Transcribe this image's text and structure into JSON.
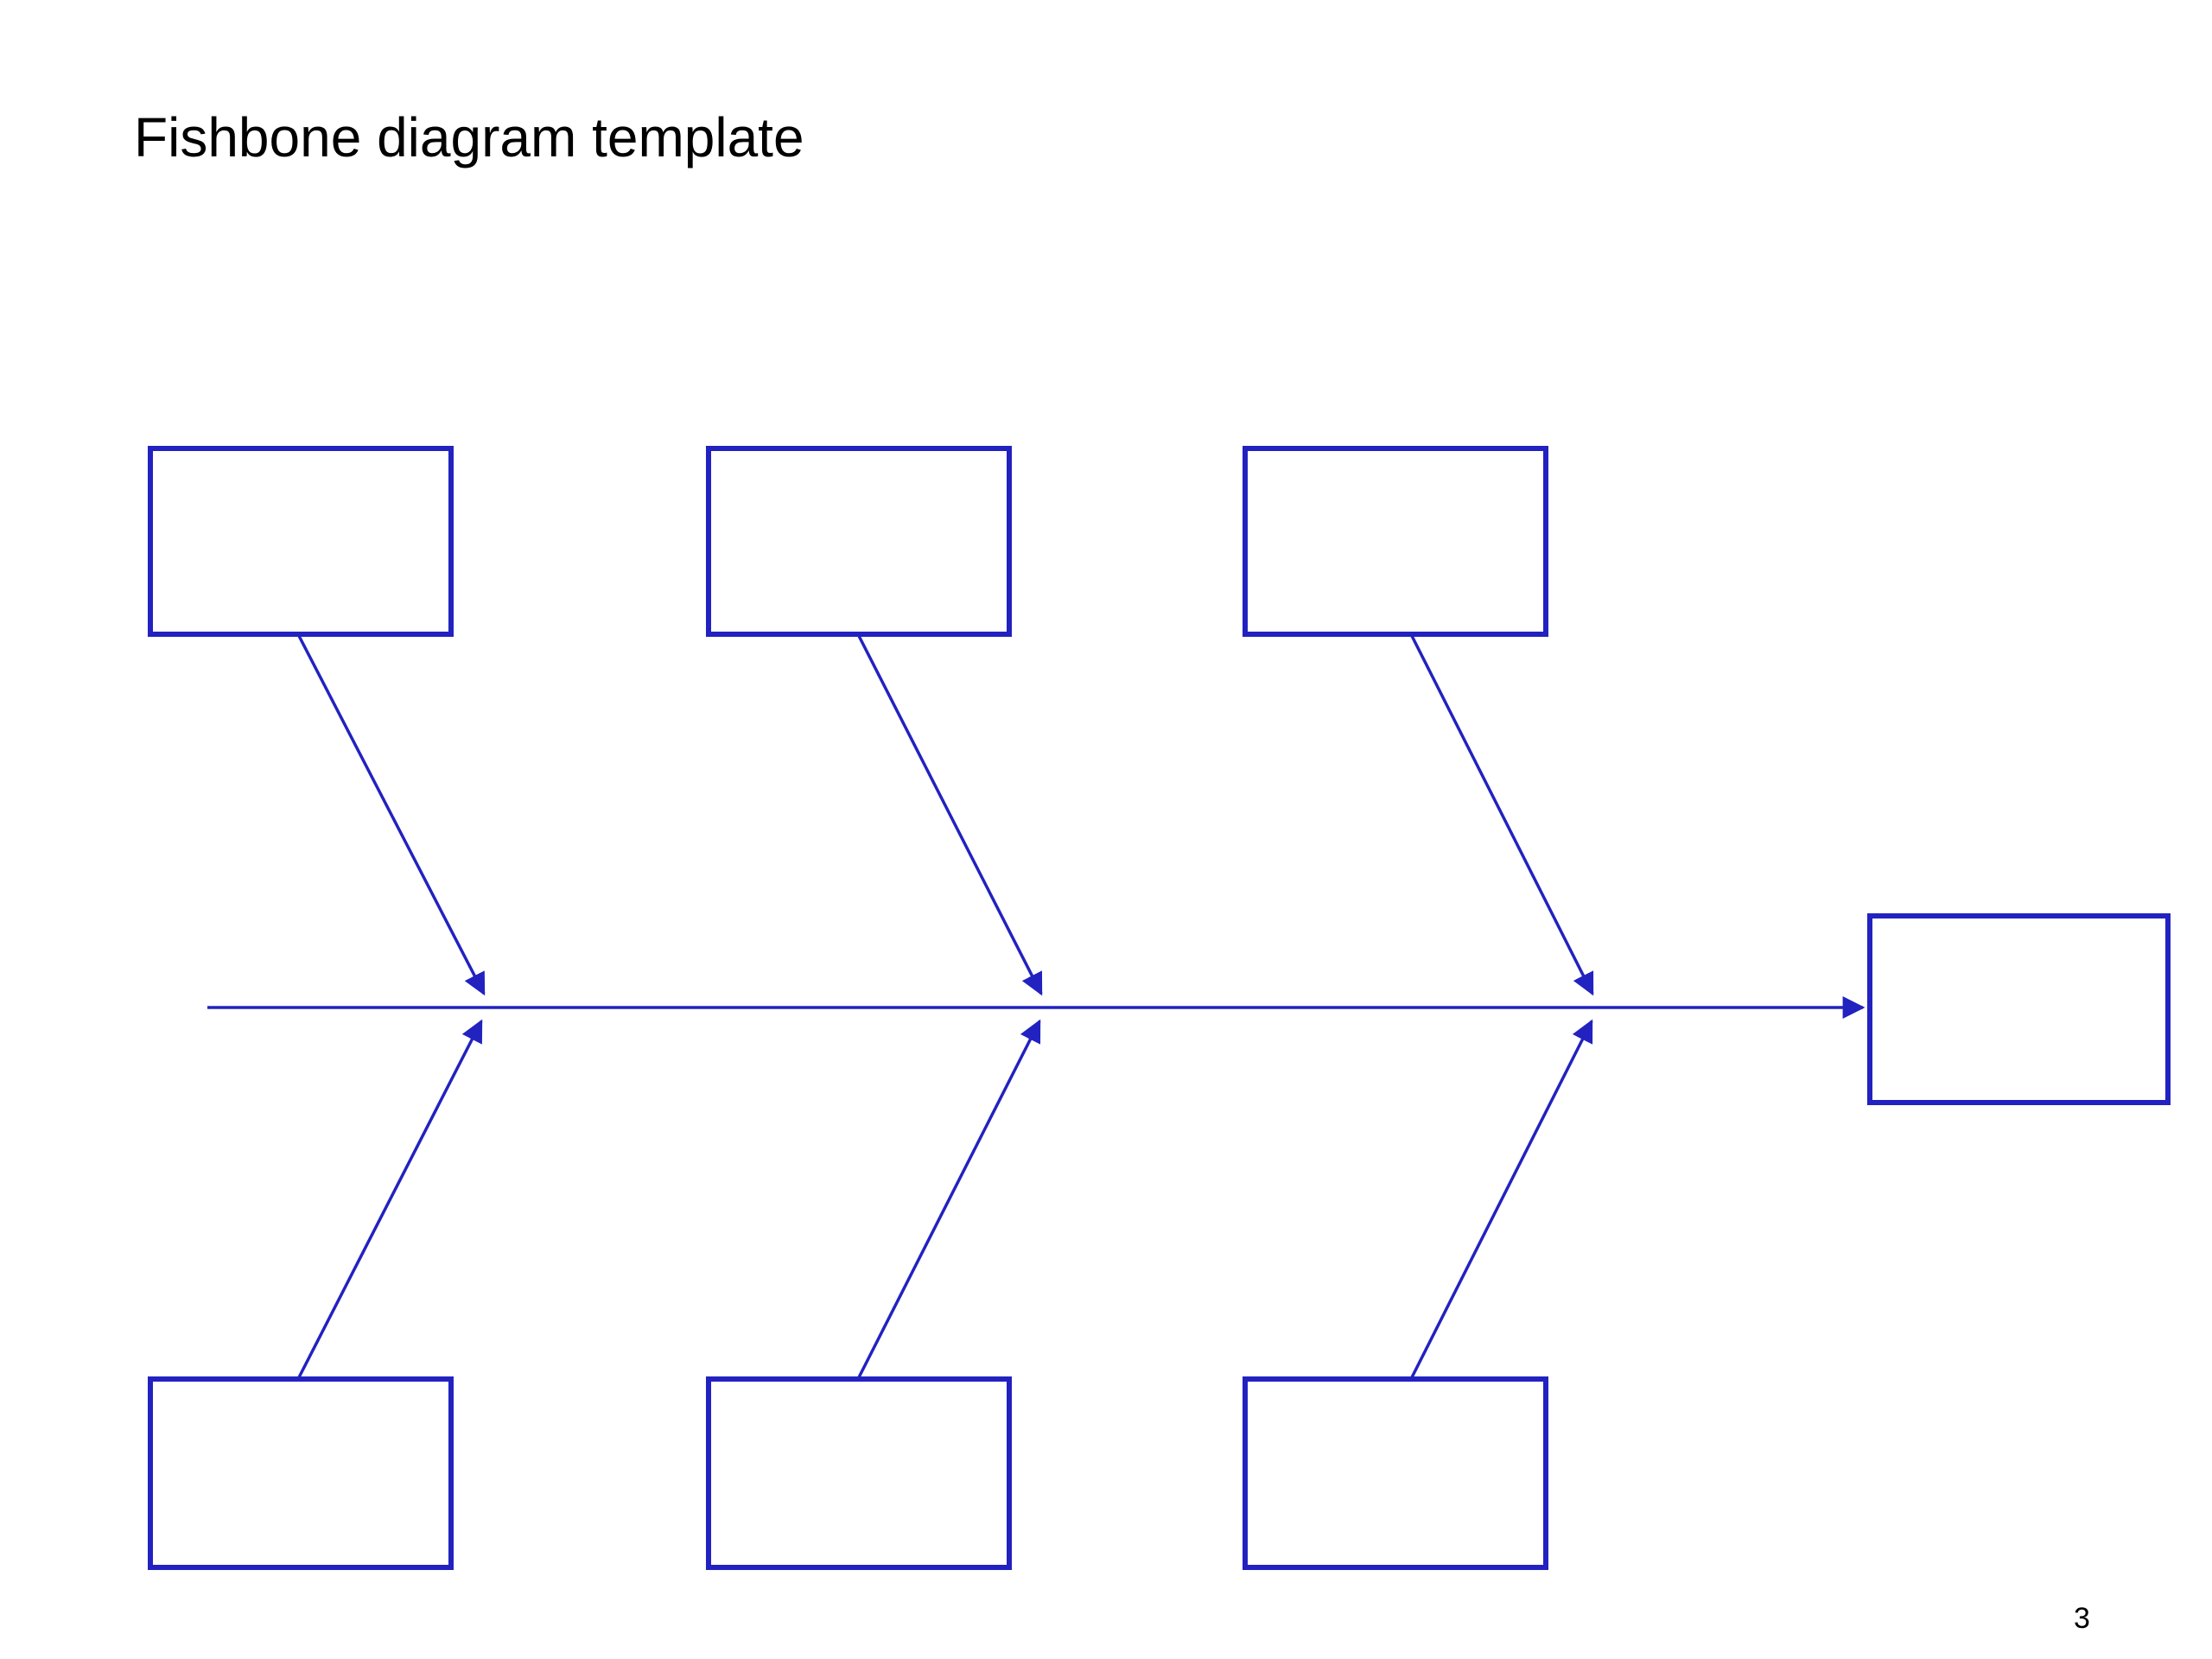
{
  "slide": {
    "title": "Fishbone diagram template",
    "page_number": "3"
  },
  "colors": {
    "accent": "#2222c0",
    "background": "#ffffff",
    "text": "#000000"
  },
  "diagram": {
    "type": "fishbone",
    "top_boxes": [
      {
        "label": ""
      },
      {
        "label": ""
      },
      {
        "label": ""
      }
    ],
    "bottom_boxes": [
      {
        "label": ""
      },
      {
        "label": ""
      },
      {
        "label": ""
      }
    ],
    "effect_box": {
      "label": ""
    }
  }
}
